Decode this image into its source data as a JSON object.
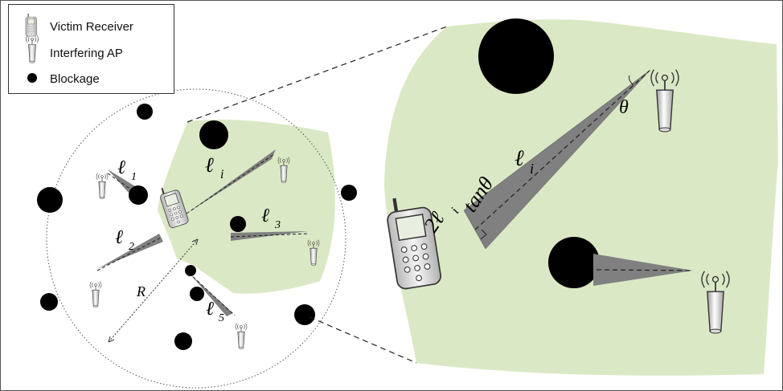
{
  "legend": {
    "items": [
      {
        "label": "Victim Receiver",
        "icon": "phone-icon"
      },
      {
        "label": "Interfering AP",
        "icon": "antenna-icon"
      },
      {
        "label": "Blockage",
        "icon": "blockage-dot-icon"
      }
    ]
  },
  "labels": {
    "l1": "ℓ",
    "l1_sub": "1",
    "l2": "ℓ",
    "l2_sub": "2",
    "l3": "ℓ",
    "l3_sub": "3",
    "li": "ℓ",
    "li_sub": "i",
    "l5": "ℓ",
    "l5_sub": "5",
    "radius": "R",
    "zoom_li": "ℓ",
    "zoom_li_sub": "i",
    "theta": "θ",
    "width_expr_2": "2ℓ",
    "width_expr_sub": "i",
    "width_expr_tan": "tanθ"
  },
  "colors": {
    "region": "#dbe8c5",
    "blockage": "#000000",
    "beam": "#808080",
    "outline": "#333333"
  }
}
